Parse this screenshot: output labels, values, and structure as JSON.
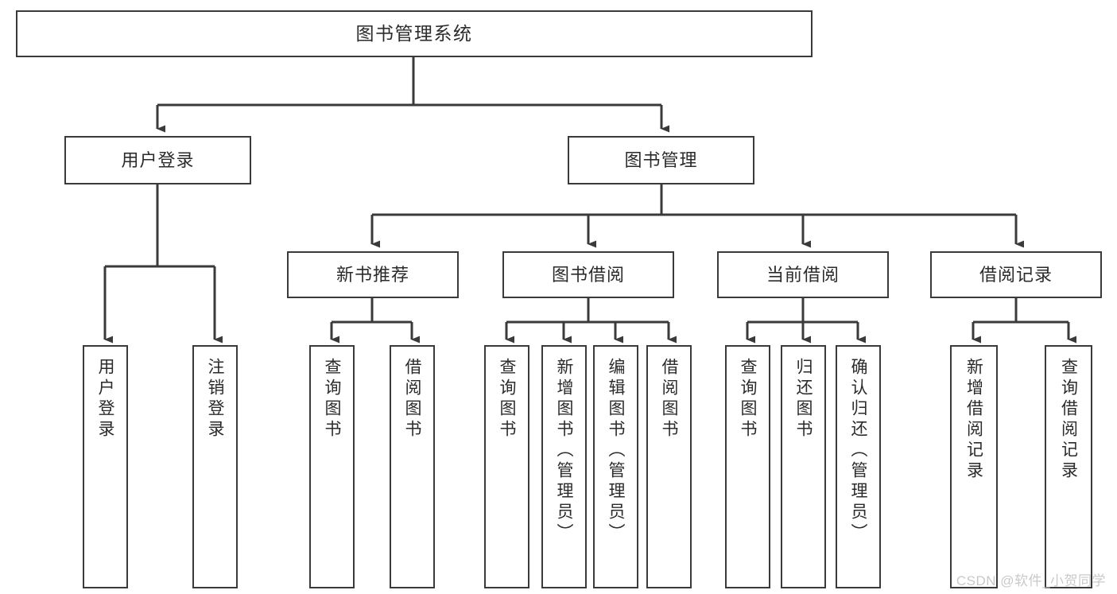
{
  "diagram": {
    "type": "tree-hierarchy-chart",
    "title": "图书管理系统",
    "orientation": "top-down",
    "line_color": "#3a3a3a",
    "box_fill": "#ffffff",
    "text_color": "#2b2b2b"
  },
  "nodes": {
    "root": {
      "label": "图书管理系统"
    },
    "level2": [
      {
        "label": "用户登录"
      },
      {
        "label": "图书管理"
      }
    ],
    "level3": [
      {
        "label": "新书推荐"
      },
      {
        "label": "图书借阅"
      },
      {
        "label": "当前借阅"
      },
      {
        "label": "借阅记录"
      }
    ],
    "leaves": {
      "user_login": [
        {
          "label": "用户登录"
        },
        {
          "label": "注销登录"
        }
      ],
      "new_book_recommend": [
        {
          "label": "查询图书"
        },
        {
          "label": "借阅图书"
        }
      ],
      "book_borrow": [
        {
          "label": "查询图书"
        },
        {
          "label": "新增图书（管理员）"
        },
        {
          "label": "编辑图书（管理员）"
        },
        {
          "label": "借阅图书"
        }
      ],
      "current_borrow": [
        {
          "label": "查询图书"
        },
        {
          "label": "归还图书"
        },
        {
          "label": "确认归还（管理员）"
        }
      ],
      "borrow_record": [
        {
          "label": "新增借阅记录"
        },
        {
          "label": "查询借阅记录"
        }
      ]
    }
  },
  "watermark": {
    "text": "CSDN @软件_小贺同学"
  }
}
